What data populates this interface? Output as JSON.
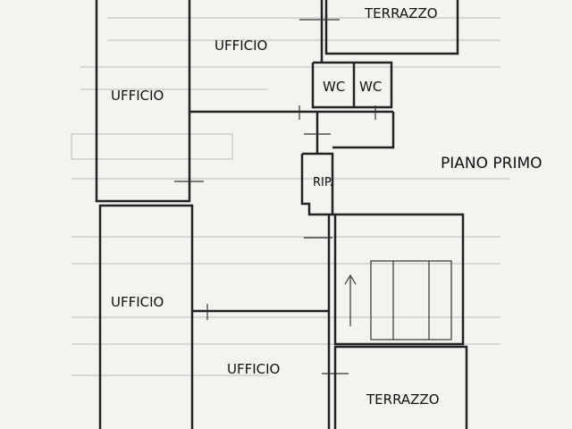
{
  "plan": {
    "title": "PIANO PRIMO",
    "rooms": {
      "terrazzo_top": "TERRAZZO",
      "ufficio_top_middle": "UFFICIO",
      "ufficio_top_left": "UFFICIO",
      "wc_left": "WC",
      "wc_right": "WC",
      "ripostiglio": "RIP.",
      "ufficio_bottom_left": "UFFICIO",
      "ufficio_bottom_middle": "UFFICIO",
      "terrazzo_bottom": "TERRAZZO"
    }
  }
}
